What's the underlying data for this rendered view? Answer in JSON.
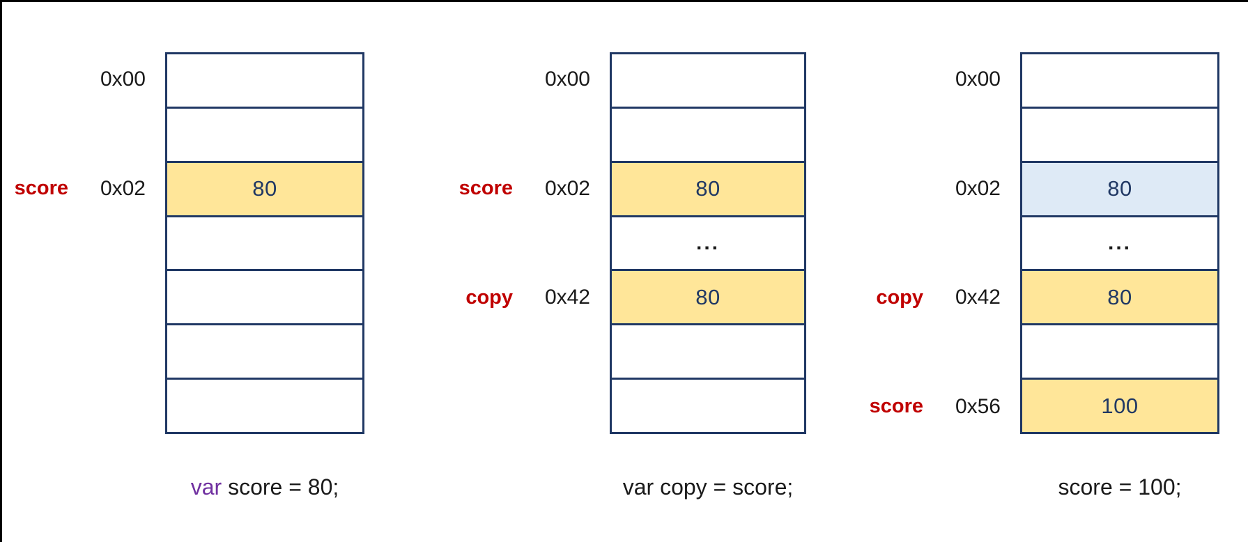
{
  "palette": {
    "navy": "#203864",
    "yellow": "#FFE699",
    "blue": "#DEEAF6",
    "red": "#C00000",
    "purple": "#7030A0",
    "text": "#1a1a1a",
    "value_text": "#203864",
    "edge": "#000000"
  },
  "diagrams": [
    {
      "id": "declare-score",
      "caption": [
        {
          "text": "var ",
          "color": "purple"
        },
        {
          "text": "score = 80;",
          "color": "text"
        }
      ],
      "rows": [
        {
          "addr": "0x00"
        },
        {},
        {
          "var": "score",
          "addr": "0x02",
          "value": "80",
          "fill": "yellow"
        },
        {},
        {},
        {},
        {}
      ]
    },
    {
      "id": "declare-copy",
      "caption": [
        {
          "text": "var copy = score;",
          "color": "text"
        }
      ],
      "rows": [
        {
          "addr": "0x00"
        },
        {},
        {
          "var": "score",
          "addr": "0x02",
          "value": "80",
          "fill": "yellow"
        },
        {
          "value": "..."
        },
        {
          "var": "copy",
          "addr": "0x42",
          "value": "80",
          "fill": "yellow"
        },
        {},
        {}
      ]
    },
    {
      "id": "reassign-score",
      "caption": [
        {
          "text": "score = 100;",
          "color": "text"
        }
      ],
      "rows": [
        {
          "addr": "0x00"
        },
        {},
        {
          "addr": "0x02",
          "value": "80",
          "fill": "blue"
        },
        {
          "value": "..."
        },
        {
          "var": "copy",
          "addr": "0x42",
          "value": "80",
          "fill": "yellow"
        },
        {},
        {
          "var": "score",
          "addr": "0x56",
          "value": "100",
          "fill": "yellow"
        }
      ]
    }
  ]
}
